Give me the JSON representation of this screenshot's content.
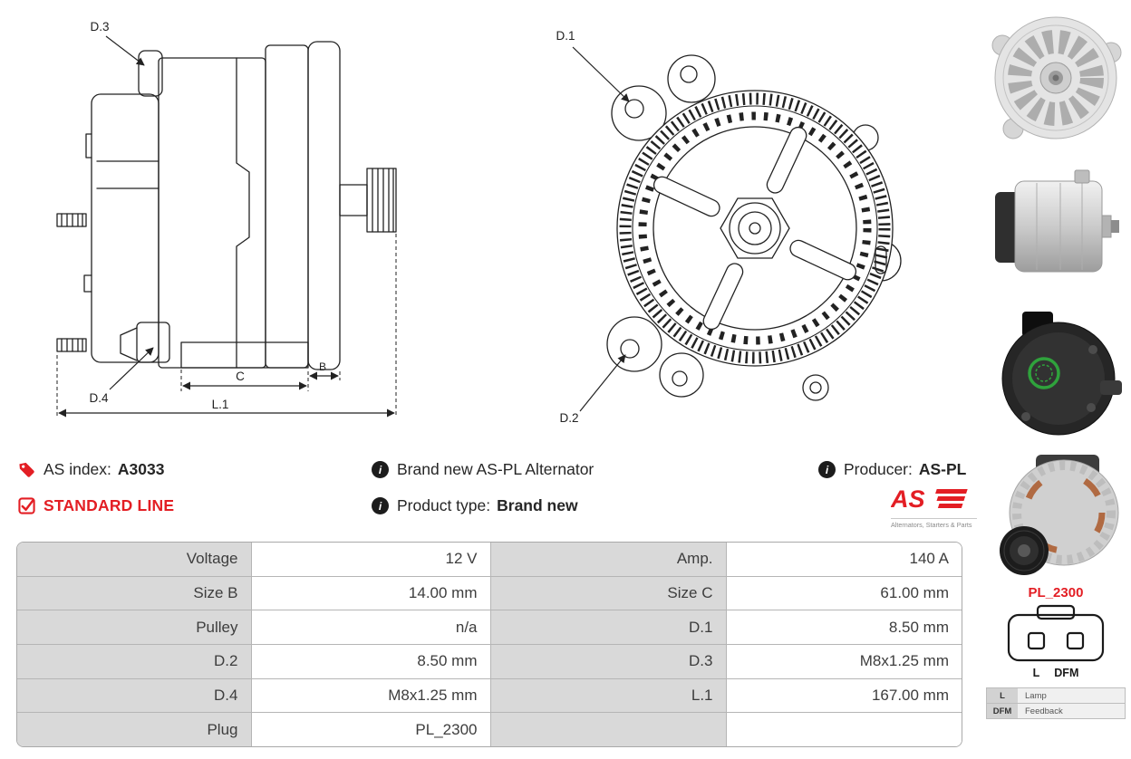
{
  "colors": {
    "accent_red": "#e31e24",
    "table_label_bg": "#d9d9d9",
    "line_color": "#222222"
  },
  "drawings": {
    "side": {
      "d3": "D.3",
      "d4": "D.4",
      "c": "C",
      "b": "B",
      "l1": "L.1"
    },
    "front": {
      "d1": "D.1",
      "d2": "D.2"
    }
  },
  "info": {
    "as_index_label": "AS index:",
    "as_index_value": "A3033",
    "standard_line": "STANDARD LINE",
    "brand_new_text": "Brand new AS-PL Alternator",
    "product_type_label": "Product type:",
    "product_type_value": "Brand new",
    "producer_label": "Producer:",
    "producer_value": "AS-PL",
    "info_glyph": "i",
    "logo_text": "AS",
    "logo_subtext": "Alternators, Starters & Parts"
  },
  "plug": {
    "name": "PL_2300",
    "pin_l": "L",
    "pin_dfm": "DFM",
    "legend": [
      {
        "key": "L",
        "value": "Lamp"
      },
      {
        "key": "DFM",
        "value": "Feedback"
      }
    ]
  },
  "spec_table": {
    "rows": [
      [
        {
          "label": "Voltage",
          "value": "12 V"
        },
        {
          "label": "Amp.",
          "value": "140 A"
        }
      ],
      [
        {
          "label": "Size B",
          "value": "14.00 mm"
        },
        {
          "label": "Size C",
          "value": "61.00 mm"
        }
      ],
      [
        {
          "label": "Pulley",
          "value": "n/a"
        },
        {
          "label": "D.1",
          "value": "8.50 mm"
        }
      ],
      [
        {
          "label": "D.2",
          "value": "8.50 mm"
        },
        {
          "label": "D.3",
          "value": "M8x1.25 mm"
        }
      ],
      [
        {
          "label": "D.4",
          "value": "M8x1.25 mm"
        },
        {
          "label": "L.1",
          "value": "167.00 mm"
        }
      ],
      [
        {
          "label": "Plug",
          "value": "PL_2300"
        },
        {
          "label": "",
          "value": ""
        }
      ]
    ]
  }
}
